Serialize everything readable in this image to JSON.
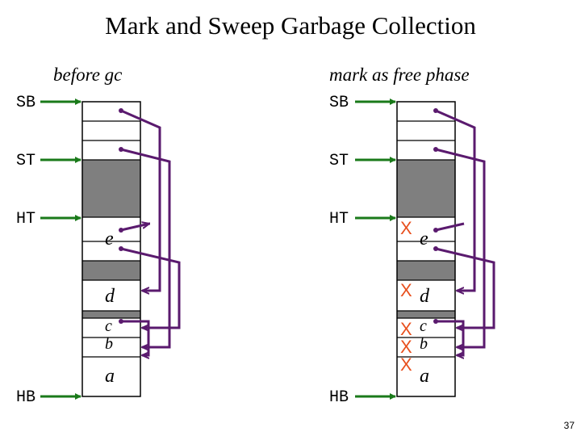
{
  "title": "Mark and Sweep Garbage Collection",
  "panels": [
    {
      "heading": "before gc",
      "registers": {
        "sb": "SB",
        "st": "ST",
        "ht": "HT",
        "hb": "HB"
      },
      "cells": {
        "e": "e",
        "d": "d",
        "c": "c",
        "b": "b",
        "a": "a"
      },
      "free_marks": []
    },
    {
      "heading": "mark as free phase",
      "registers": {
        "sb": "SB",
        "st": "ST",
        "ht": "HT",
        "hb": "HB"
      },
      "cells": {
        "e": "e",
        "d": "d",
        "c": "c",
        "b": "b",
        "a": "a"
      },
      "free_marks": [
        "X",
        "X",
        "X",
        "X",
        "X"
      ]
    }
  ],
  "colors": {
    "pointer": "#5a1a6e",
    "register_arrow": "#1a7a1a",
    "free_mark": "#e8501e",
    "stack_fill": "#7f7f7f"
  },
  "page_number": "37"
}
